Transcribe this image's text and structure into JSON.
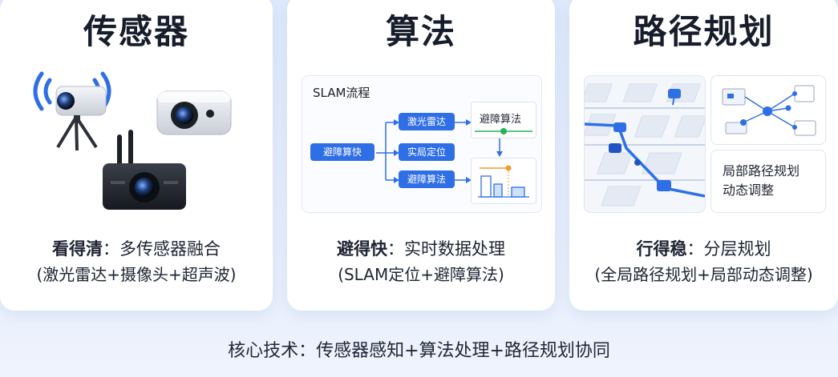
{
  "cards": [
    {
      "title": "传感器",
      "caption_bold": "看得清",
      "caption_rest": "：多传感器融合",
      "caption_line2": "(激光雷达+摄像头+超声波)"
    },
    {
      "title": "算法",
      "caption_bold": "避得快",
      "caption_rest": "：实时数据处理",
      "caption_line2": "(SLAM定位+避障算法)"
    },
    {
      "title": "路径规划",
      "caption_bold": "行得稳",
      "caption_rest": "：分层规划",
      "caption_line2": "(全局路径规划+局部动态调整)"
    }
  ],
  "slam_flow": {
    "title": "SLAM流程",
    "start_node": "避障算快",
    "mid_nodes": [
      "激光雷达",
      "实局定位",
      "避障算法"
    ],
    "result_label": "避障算法"
  },
  "path_panel": {
    "local_line1": "局部路径规划",
    "local_line2": "动态调整"
  },
  "footer": "核心技术：传感器感知+算法处理+路径规划协同",
  "colors": {
    "accent_blue": "#2f6fe6",
    "green_node": "#22b35a",
    "orange_node": "#f39a2a"
  }
}
